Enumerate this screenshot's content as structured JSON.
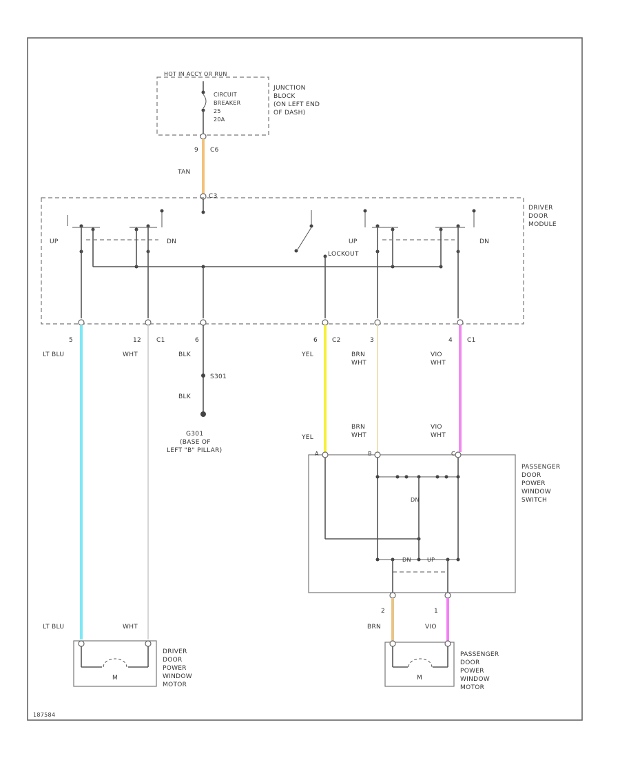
{
  "junction_block": {
    "header": "HOT IN ACCY OR RUN",
    "breaker": [
      "CIRCUIT",
      "BREAKER",
      "25",
      "20A"
    ],
    "name": [
      "JUNCTION",
      "BLOCK",
      "(ON LEFT END",
      "OF DASH)"
    ],
    "pin": "9",
    "connector": "C6"
  },
  "wire_tan": "TAN",
  "driver_module": {
    "name": [
      "DRIVER",
      "DOOR",
      "MODULE"
    ],
    "connector_top": "C3",
    "up_left": "UP",
    "dn_left": "DN",
    "up_right": "UP",
    "lockout": "LOCKOUT",
    "dn_right": "DN"
  },
  "pins": {
    "p1": "5",
    "p2": "12",
    "p2c": "C1",
    "p3": "6",
    "p4": "6",
    "p4c": "C2",
    "p5": "3",
    "p6": "4",
    "p6c": "C1"
  },
  "wires": {
    "lt_blu": "LT BLU",
    "wht": "WHT",
    "blk": "BLK",
    "yel": "YEL",
    "brn_wht": [
      "BRN",
      "WHT"
    ],
    "vio_wht": [
      "VIO",
      "WHT"
    ],
    "brn": "BRN",
    "vio": "VIO"
  },
  "splice": "S301",
  "ground": [
    "G301",
    "(BASE OF",
    "LEFT \"B\" PILLAR)"
  ],
  "passenger_switch": {
    "name": [
      "PASSENGER",
      "DOOR",
      "POWER",
      "WINDOW",
      "SWITCH"
    ],
    "dn": "DN",
    "up": "UP",
    "pin_a": "A",
    "pin_b": "B",
    "pin_c": "C"
  },
  "driver_motor": {
    "name": [
      "DRIVER",
      "DOOR",
      "POWER",
      "WINDOW",
      "MOTOR"
    ],
    "m": "M"
  },
  "passenger_motor": {
    "name": [
      "PASSENGER",
      "DOOR",
      "POWER",
      "WINDOW",
      "MOTOR"
    ],
    "m": "M",
    "pin1": "2",
    "pin2": "1"
  },
  "footer_code": "187584",
  "colors": {
    "tan": "#f2c27a",
    "lt_blu": "#7fe8f5",
    "wht": "#e6e6e6",
    "yel": "#f6f03a",
    "brn_wht": "#f0e2b6",
    "vio_wht": "#f08af0",
    "brn": "#e8c48a",
    "vio": "#f47ef4"
  }
}
